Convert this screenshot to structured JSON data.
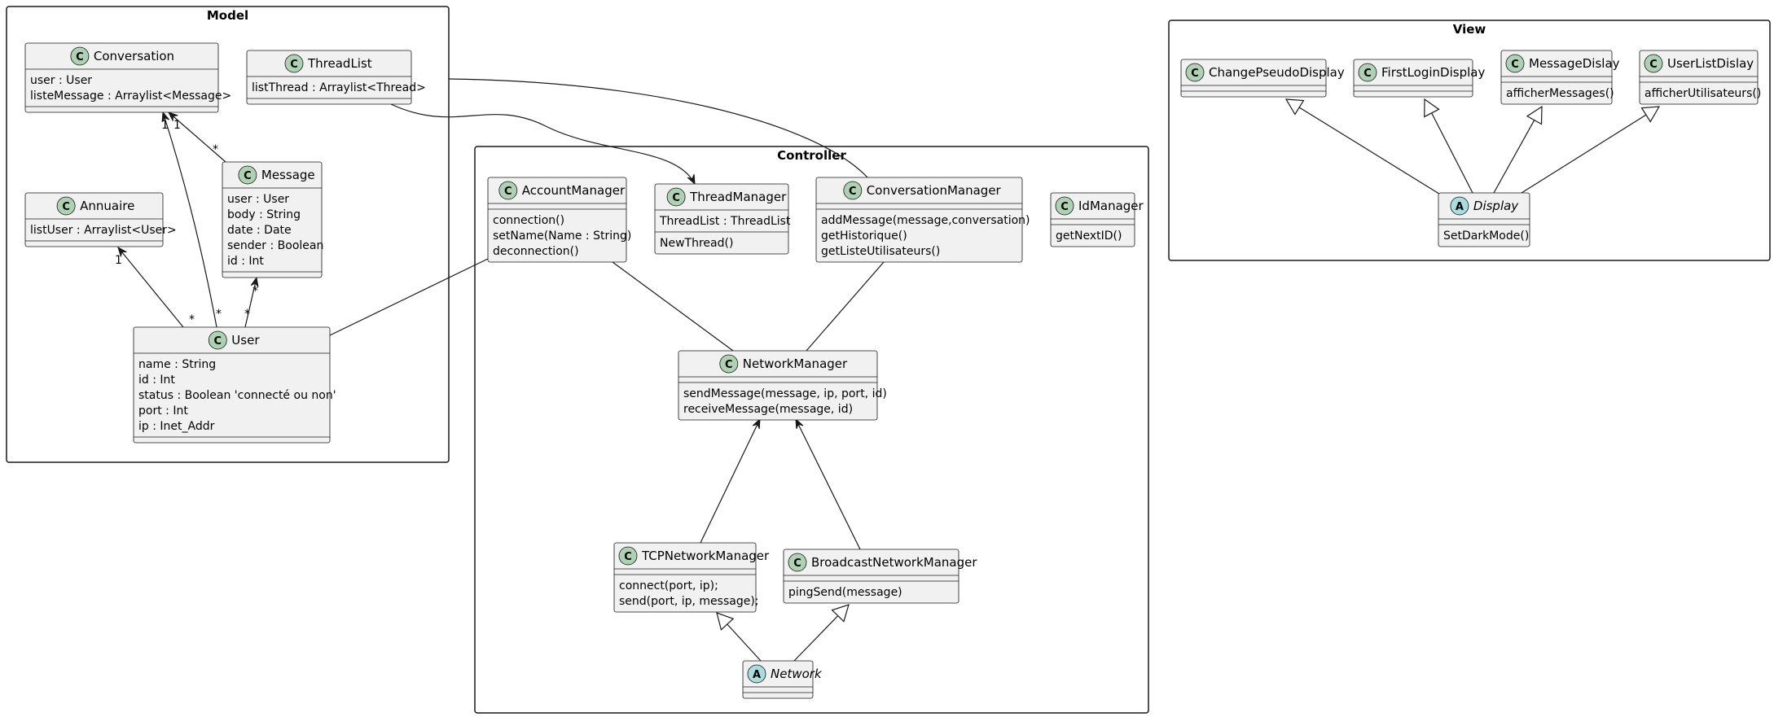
{
  "packages": [
    {
      "id": "model",
      "title": "Model"
    },
    {
      "id": "controller",
      "title": "Controller"
    },
    {
      "id": "view",
      "title": "View"
    }
  ],
  "classes": [
    {
      "id": "Conversation",
      "name": "Conversation",
      "kind": "class",
      "fields": [
        "user : User",
        "listeMessage : Arraylist<Message>"
      ],
      "methods": []
    },
    {
      "id": "ThreadList",
      "name": "ThreadList",
      "kind": "class",
      "fields": [
        "listThread : Arraylist<Thread>"
      ],
      "methods": []
    },
    {
      "id": "Message",
      "name": "Message",
      "kind": "class",
      "fields": [
        "user : User",
        "body : String",
        "date : Date",
        "sender : Boolean",
        "id : Int"
      ],
      "methods": []
    },
    {
      "id": "Annuaire",
      "name": "Annuaire",
      "kind": "class",
      "fields": [
        "listUser : Arraylist<User>"
      ],
      "methods": []
    },
    {
      "id": "User",
      "name": "User",
      "kind": "class",
      "fields": [
        "name : String",
        "id : Int",
        "status : Boolean 'connecté ou non'",
        "port : Int",
        "ip : Inet_Addr"
      ],
      "methods": []
    },
    {
      "id": "AccountManager",
      "name": "AccountManager",
      "kind": "class",
      "fields": [],
      "methods": [
        "connection()",
        "setName(Name : String)",
        "deconnection()"
      ]
    },
    {
      "id": "ThreadManager",
      "name": "ThreadManager",
      "kind": "class",
      "fields": [
        "ThreadList : ThreadList"
      ],
      "methods": [
        "NewThread()"
      ]
    },
    {
      "id": "ConversationManager",
      "name": "ConversationManager",
      "kind": "class",
      "fields": [],
      "methods": [
        "addMessage(message,conversation)",
        "getHistorique()",
        "getListeUtilisateurs()"
      ]
    },
    {
      "id": "IdManager",
      "name": "IdManager",
      "kind": "class",
      "fields": [],
      "methods": [
        "getNextID()"
      ]
    },
    {
      "id": "NetworkManager",
      "name": "NetworkManager",
      "kind": "class",
      "fields": [],
      "methods": [
        "sendMessage(message, ip, port, id)",
        "receiveMessage(message, id)"
      ]
    },
    {
      "id": "TCPNetworkManager",
      "name": "TCPNetworkManager",
      "kind": "class",
      "fields": [],
      "methods": [
        "connect(port, ip);",
        "send(port, ip, message);"
      ]
    },
    {
      "id": "BroadcastNetworkManager",
      "name": "BroadcastNetworkManager",
      "kind": "class",
      "fields": [],
      "methods": [
        "pingSend(message)"
      ]
    },
    {
      "id": "Network",
      "name": "Network",
      "kind": "abstract",
      "fields": [],
      "methods": []
    },
    {
      "id": "ChangePseudoDisplay",
      "name": "ChangePseudoDisplay",
      "kind": "class",
      "fields": [],
      "methods": []
    },
    {
      "id": "FirstLoginDisplay",
      "name": "FirstLoginDisplay",
      "kind": "class",
      "fields": [],
      "methods": []
    },
    {
      "id": "MessageDislay",
      "name": "MessageDislay",
      "kind": "class",
      "fields": [],
      "methods": [
        "afficherMessages()"
      ]
    },
    {
      "id": "UserListDislay",
      "name": "UserListDislay",
      "kind": "class",
      "fields": [],
      "methods": [
        "afficherUtilisateurs()"
      ]
    },
    {
      "id": "Display",
      "name": "Display",
      "kind": "abstract",
      "fields": [],
      "methods": [
        "SetDarkMode()"
      ]
    }
  ],
  "relations": [
    {
      "from": "User",
      "to": "Annuaire",
      "type": "association",
      "from_mult": "*",
      "to_mult": "1"
    },
    {
      "from": "User",
      "to": "Conversation",
      "type": "association",
      "from_mult": "*",
      "to_mult": "1"
    },
    {
      "from": "Message",
      "to": "Conversation",
      "type": "association",
      "from_mult": "*",
      "to_mult": "1"
    },
    {
      "from": "User",
      "to": "Message",
      "type": "association",
      "from_mult": "*",
      "to_mult": "*"
    },
    {
      "from": "ThreadList",
      "to": "ThreadManager",
      "type": "association"
    },
    {
      "from": "ThreadList",
      "to": "ConversationManager",
      "type": "link"
    },
    {
      "from": "User",
      "to": "AccountManager",
      "type": "link"
    },
    {
      "from": "AccountManager",
      "to": "NetworkManager",
      "type": "link"
    },
    {
      "from": "ConversationManager",
      "to": "NetworkManager",
      "type": "link"
    },
    {
      "from": "TCPNetworkManager",
      "to": "NetworkManager",
      "type": "association"
    },
    {
      "from": "BroadcastNetworkManager",
      "to": "NetworkManager",
      "type": "association"
    },
    {
      "from": "Network",
      "to": "TCPNetworkManager",
      "type": "inheritance"
    },
    {
      "from": "Network",
      "to": "BroadcastNetworkManager",
      "type": "inheritance"
    },
    {
      "from": "Display",
      "to": "ChangePseudoDisplay",
      "type": "inheritance"
    },
    {
      "from": "Display",
      "to": "FirstLoginDisplay",
      "type": "inheritance"
    },
    {
      "from": "Display",
      "to": "MessageDislay",
      "type": "inheritance"
    },
    {
      "from": "Display",
      "to": "UserListDislay",
      "type": "inheritance"
    }
  ]
}
